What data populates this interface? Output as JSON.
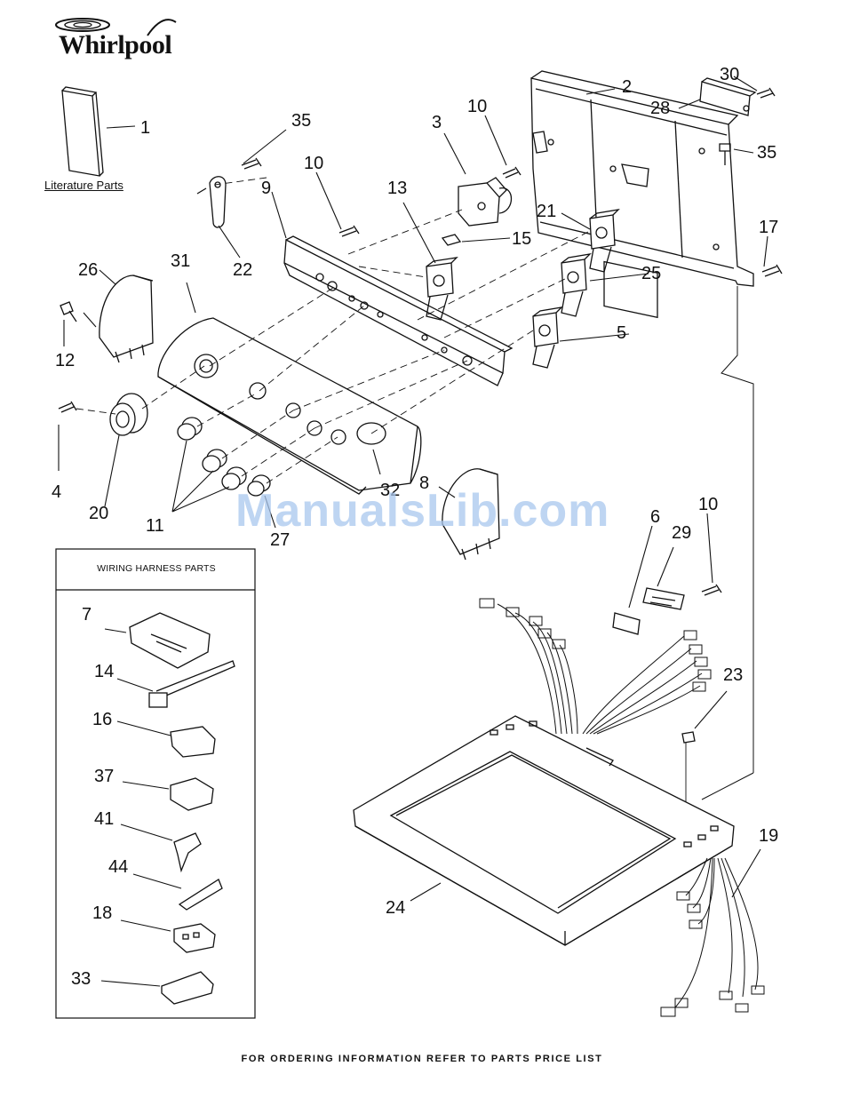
{
  "brand": {
    "name": "Whirlpool"
  },
  "literature_label": "Literature Parts",
  "wiring_box_title": "WIRING HARNESS PARTS",
  "footer": "FOR ORDERING INFORMATION REFER TO PARTS PRICE LIST",
  "watermark": "ManualsLib.com",
  "callouts": {
    "c1": "1",
    "c2": "2",
    "c3": "3",
    "c4": "4",
    "c5": "5",
    "c6": "6",
    "c7": "7",
    "c8": "8",
    "c9": "9",
    "c10a": "10",
    "c10b": "10",
    "c10c": "10",
    "c11": "11",
    "c12": "12",
    "c13": "13",
    "c14": "14",
    "c15": "15",
    "c16": "16",
    "c17": "17",
    "c18": "18",
    "c19": "19",
    "c20": "20",
    "c21": "21",
    "c22": "22",
    "c23": "23",
    "c24": "24",
    "c25": "25",
    "c26": "26",
    "c27": "27",
    "c28": "28",
    "c29": "29",
    "c30": "30",
    "c31": "31",
    "c32": "32",
    "c33": "33",
    "c35a": "35",
    "c35b": "35",
    "c37": "37",
    "c41": "41",
    "c44": "44"
  }
}
